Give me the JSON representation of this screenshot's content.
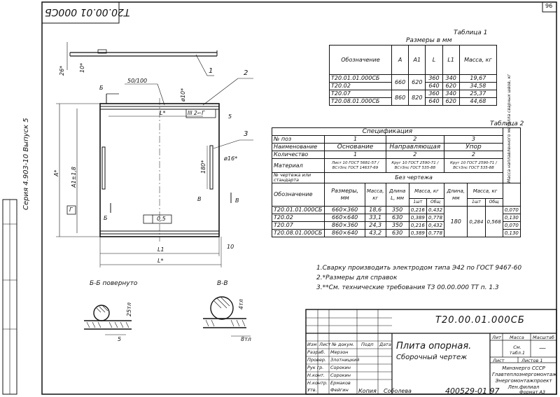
{
  "page_number": "96",
  "stamp_top": "Т20.00.01 000СБ",
  "series_label": "Серия 4.903-10   Выпуск 5",
  "table1": {
    "caption": "Таблица 1",
    "subtitle": "Размеры в мм",
    "headers": [
      "Обозначение",
      "A",
      "A1",
      "L",
      "L1",
      "Масса, кг"
    ],
    "rows": [
      [
        "Т20.01.01.000СБ",
        "660",
        "620",
        "360",
        "340",
        "19,67"
      ],
      [
        "Т20.02",
        "",
        "",
        "640",
        "620",
        "34,58"
      ],
      [
        "Т20.07",
        "860",
        "820",
        "360",
        "340",
        "25,37"
      ],
      [
        "Т20.08.01.000СБ",
        "",
        "",
        "640",
        "620",
        "44,68"
      ]
    ]
  },
  "spec": {
    "caption": "Таблица 2",
    "title": "Спецификация",
    "row_labels": [
      "№ поз",
      "Наименование",
      "Количество",
      "Материал",
      "№ чертежа или стандарта",
      "Обозначение"
    ],
    "positions": [
      "1",
      "2",
      "3"
    ],
    "names": [
      "Основание",
      "Направляющая",
      "Упор"
    ],
    "quantities": [
      "1",
      "2",
      "2"
    ],
    "materials": [
      "Лист 10 ГОСТ 5681-57 / ВСт3пс ГОСТ 14637-69",
      "Круг 10 ГОСТ 2590-71 / ВСт3пс ГОСТ 535-88",
      "Круг 10 ГОСТ 2590-71 / ВСт3пс ГОСТ 535-88"
    ],
    "drawing_note": "Без чертежа",
    "mass_header": "Масса наплавленного металла сварных швов, кг",
    "col_sizes": "Размеры, мм",
    "col_mass": "Масса, кг",
    "col_length": "Длина L, мм",
    "col_mass2": "Масса, кг",
    "col_length2": "Длина, мм",
    "col_mass3": "Масса, кг",
    "sub_one": "1шт",
    "sub_total": "Общ",
    "rows": [
      [
        "Т20.01.01.000СБ",
        "660×360",
        "18,6",
        "350",
        "0,216",
        "0,432",
        "0,070"
      ],
      [
        "Т20.02",
        "660×640",
        "33,1",
        "630",
        "0,389",
        "0,778",
        "0,130"
      ],
      [
        "Т20.07",
        "860×360",
        "24,3",
        "350",
        "0,216",
        "0,432",
        "0,070"
      ],
      [
        "Т20.08.01.000СБ",
        "860×640",
        "43,2",
        "630",
        "0,389",
        "0,778",
        "0,130"
      ]
    ],
    "upor_length": "180",
    "upor_mass_one": "0,284",
    "upor_mass_total": "0,568"
  },
  "notes": [
    "1.Сварку производить электродом типа Э42 по ГОСТ 9467-60",
    "2.*Размеры для справок",
    "3.**См. технические требования ТЗ 00.00.000 ТТ п. 1.3"
  ],
  "drawing": {
    "dim_50_100": "50/100",
    "dim_L": "L*",
    "dim_L1": "L1",
    "dim_A": "A*",
    "dim_A1": "A1±1,8",
    "dim_180": "180*",
    "dim_d10": "ø10*",
    "dim_d16": "ø16*",
    "dim_26": "26*",
    "dim_10": "10*",
    "dim_5": "5",
    "dim_10b": "10",
    "weld_sym": "III 2⌐Г",
    "tol": "0,5",
    "datum": "Г",
    "sec_b": "Б",
    "sec_v": "В",
    "leader1": "1",
    "leader2": "2",
    "leader3": "3",
    "sec_bb": "Б-Б повернуто",
    "sec_vv": "В-В",
    "dim_25tl": "25тл",
    "dim_4tl": "4тл",
    "dim_5b": "5",
    "dim_8tl": "8тл"
  },
  "title_block": {
    "code": "Т20.00.01.000СБ",
    "name_line1": "Плита опорная.",
    "name_line2": "Сборочный чертеж",
    "lit_label": "Лит",
    "mass_label": "Масса",
    "scale_label": "Масштаб",
    "mass_value": "См. табл.1",
    "scale_value": "—",
    "sheet_label": "Лист",
    "sheets_label": "Листов 1",
    "org": "Минэнерго СССР Главтеплоэнергомонтаж Энергомонтажпроект Лен.филиал",
    "header_cols": [
      "Изм",
      "Лист",
      "№ докум.",
      "Подп",
      "Дата"
    ],
    "people": [
      [
        "Разраб.",
        "Мерзон"
      ],
      [
        "Провер.",
        "Злотницкий"
      ],
      [
        "Рук гр.",
        "Сорокин"
      ],
      [
        "Н.конт.",
        "Сорокин"
      ],
      [
        "Н.контр.",
        "Ермаков"
      ],
      [
        "Утв.",
        "Фейгин"
      ]
    ],
    "copy_label": "Копия",
    "copied_by": "Соболева",
    "doc_number": "400529-01 97",
    "format": "Формат А3"
  }
}
